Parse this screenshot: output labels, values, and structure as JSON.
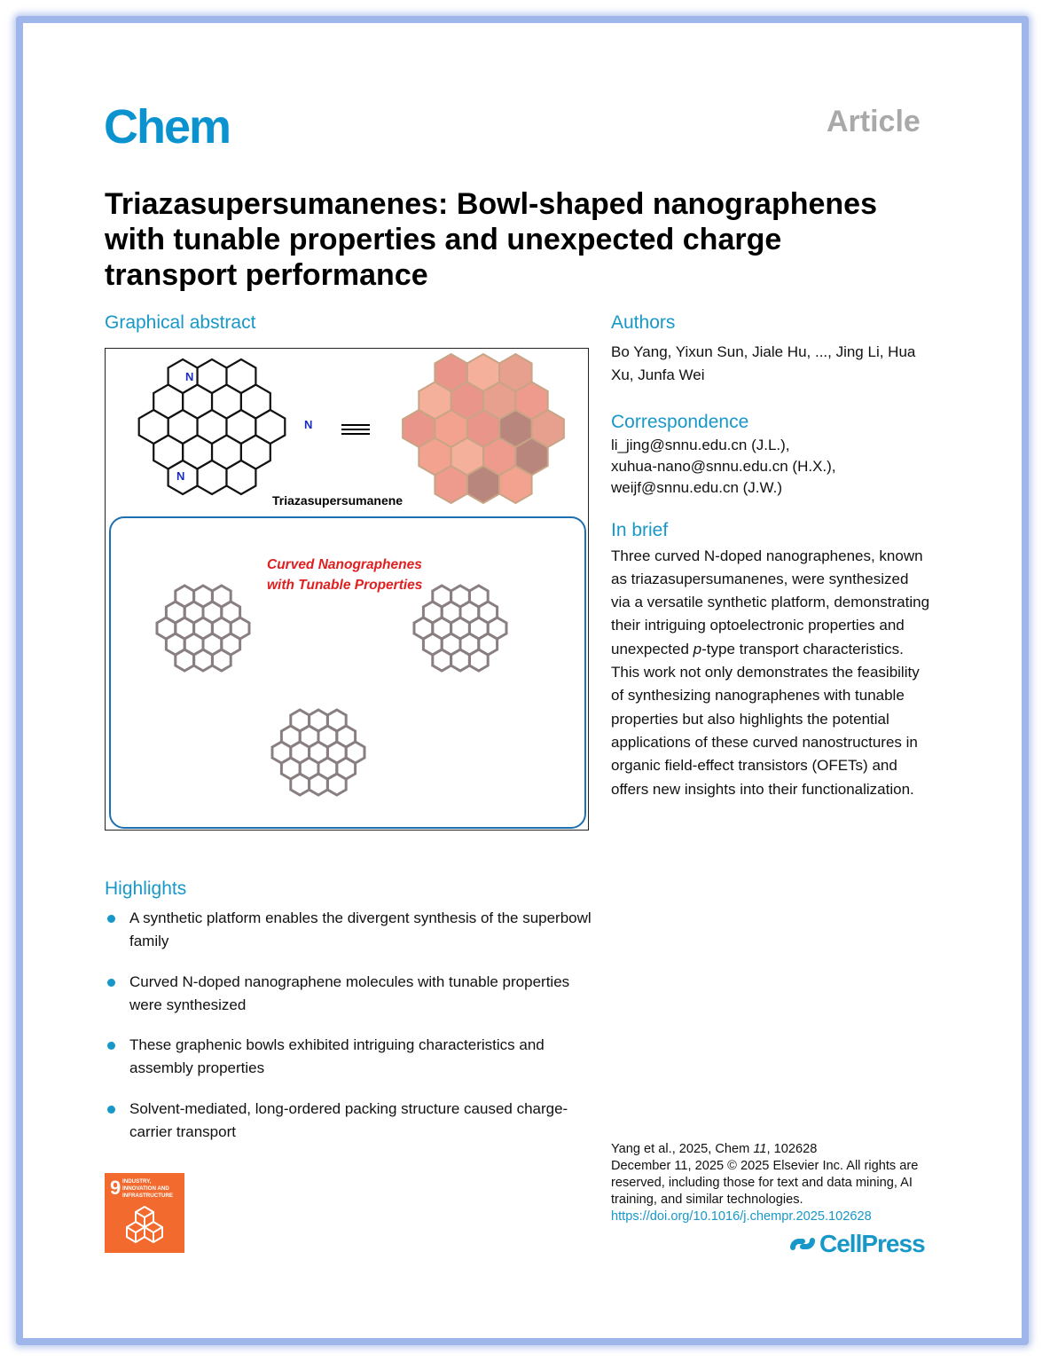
{
  "header": {
    "journal": "Chem",
    "type": "Article"
  },
  "title": "Triazasupersumanenes: Bowl-shaped nanographenes with tunable properties and unexpected charge transport performance",
  "graphical_abstract": {
    "heading": "Graphical abstract",
    "molecule_name": "Triazasupersumanene",
    "atom_label": "N",
    "caption_line1": "Curved Nanographenes",
    "caption_line2": "with Tunable Properties"
  },
  "authors": {
    "heading": "Authors",
    "names": "Bo Yang, Yixun Sun, Jiale Hu, ..., Jing Li, Hua Xu, Junfa Wei"
  },
  "correspondence": {
    "heading": "Correspondence",
    "emails": [
      "li_jing@snnu.edu.cn (J.L.),",
      "xuhua-nano@snnu.edu.cn (H.X.),",
      "weijf@snnu.edu.cn (J.W.)"
    ]
  },
  "in_brief": {
    "heading": "In brief",
    "text_before": "Three curved N-doped nanographenes, known as triazasupersumanenes, were synthesized via a versatile synthetic platform, demonstrating their intriguing optoelectronic properties and unexpected ",
    "text_italic": "p",
    "text_after": "-type transport characteristics. This work not only demonstrates the feasibility of synthesizing nanographenes with tunable properties but also highlights the potential applications of these curved nanostructures in organic field-effect transistors (OFETs) and offers new insights into their functionalization."
  },
  "highlights": {
    "heading": "Highlights",
    "items": [
      "A synthetic platform enables the divergent synthesis of the superbowl family",
      "Curved N-doped nanographene molecules with tunable properties were synthesized",
      "These graphenic bowls exhibited intriguing characteristics and assembly properties",
      "Solvent-mediated, long-ordered packing structure caused charge-carrier transport"
    ]
  },
  "citation": {
    "line1_prefix": "Yang et al., 2025, Chem ",
    "volume": "11",
    "line1_suffix": ", 102628",
    "rights": "December 11, 2025 © 2025 Elsevier Inc. All rights are reserved, including those for text and data mining, AI training, and similar technologies.",
    "doi": "https://doi.org/10.1016/j.chempr.2025.102628"
  },
  "publisher": "CellPress",
  "sdg": {
    "number": "9",
    "label": "INDUSTRY, INNOVATION AND INFRASTRUCTURE"
  },
  "colors": {
    "accent": "#1897c9",
    "frame": "#9fb6ea",
    "sdg": "#f26a2d",
    "caption_red": "#e02020"
  }
}
